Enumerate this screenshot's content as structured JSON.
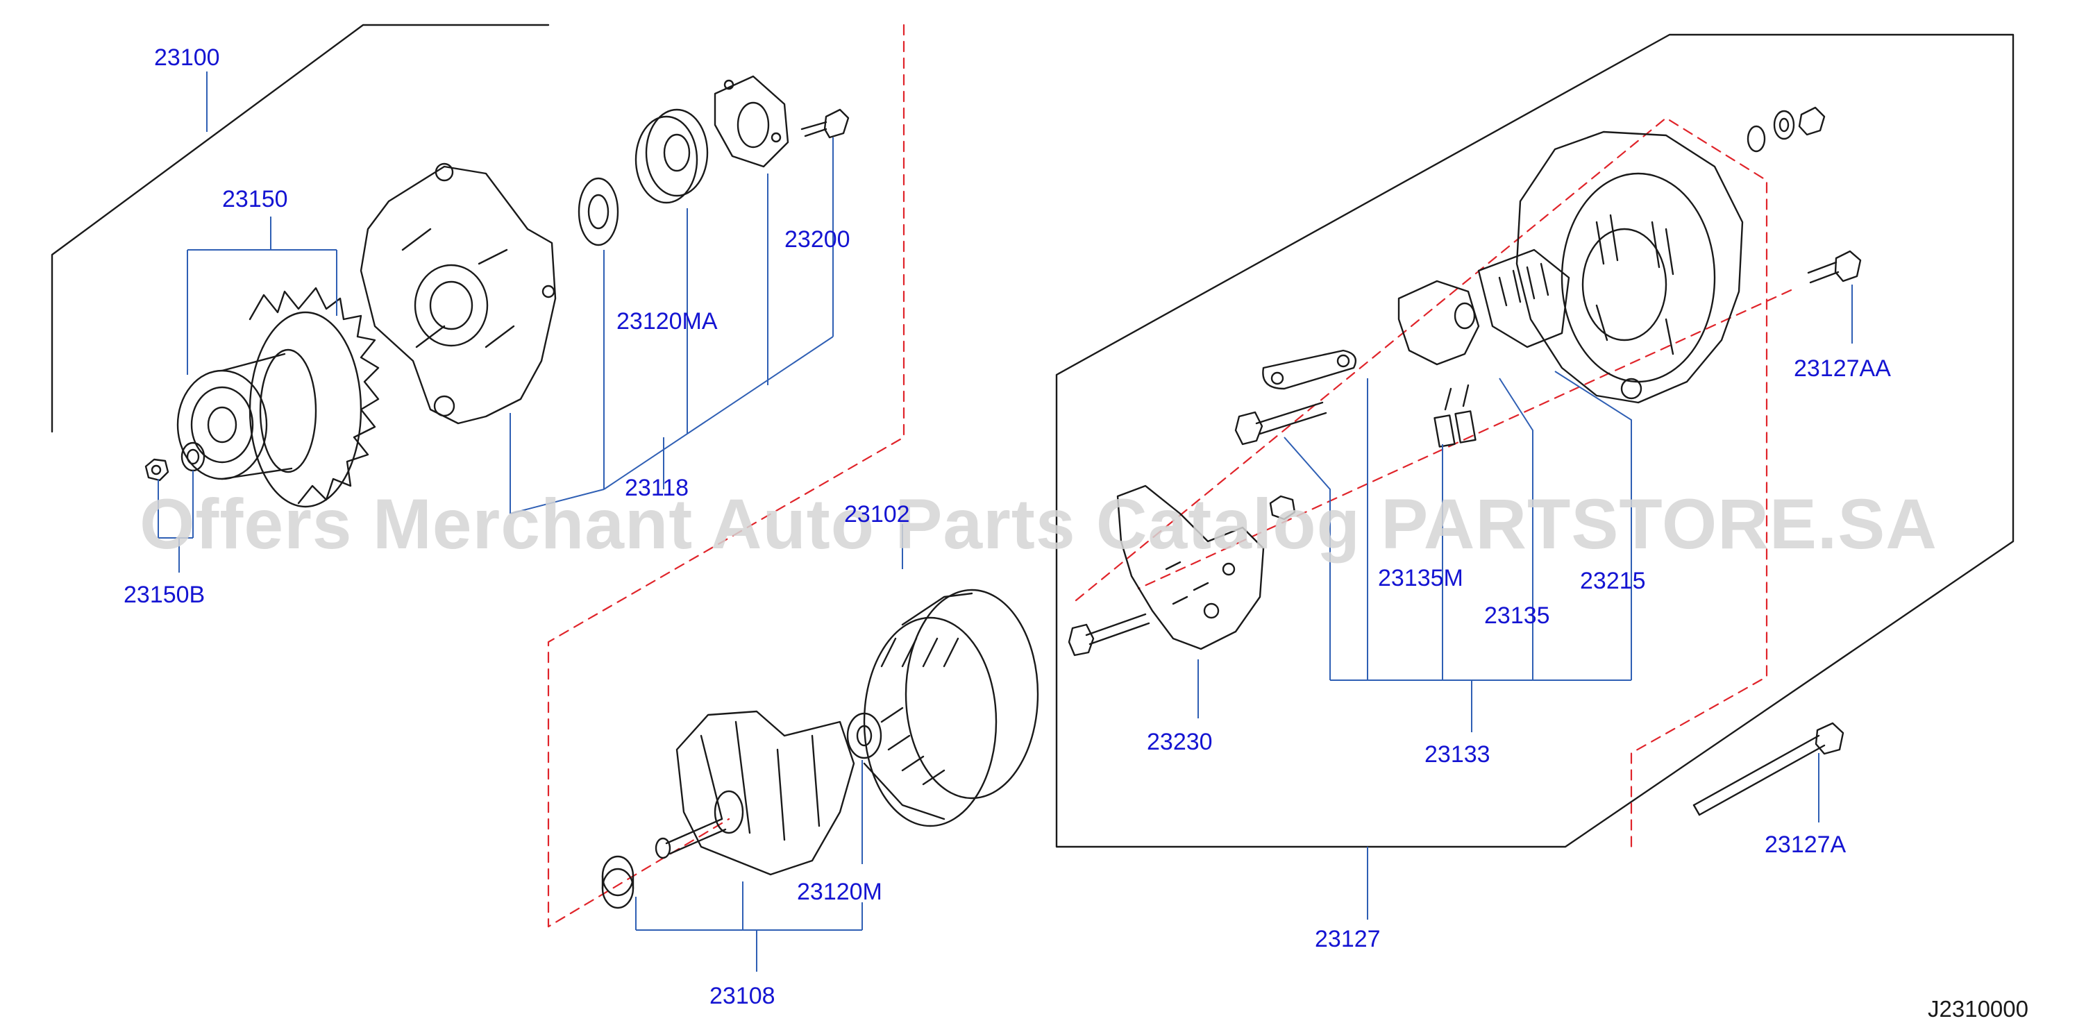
{
  "colors": {
    "label": "#1414d2",
    "leader": "#2f5fb4",
    "outline": "#1a1a1a",
    "dashed": "#e0242a",
    "watermark": "#d5d5d5"
  },
  "diagram_code": "J2310000",
  "watermark": "Offers Merchant Auto Parts Catalog PARTSTORE.SA",
  "labels": [
    {
      "id": "l23100",
      "text": "23100"
    },
    {
      "id": "l23150",
      "text": "23150"
    },
    {
      "id": "l23150b",
      "text": "23150B"
    },
    {
      "id": "l23118",
      "text": "23118"
    },
    {
      "id": "l23120ma",
      "text": "23120MA"
    },
    {
      "id": "l23200",
      "text": "23200"
    },
    {
      "id": "l23102",
      "text": "23102"
    },
    {
      "id": "l23120m",
      "text": "23120M"
    },
    {
      "id": "l23108",
      "text": "23108"
    },
    {
      "id": "l23230",
      "text": "23230"
    },
    {
      "id": "l23135m",
      "text": "23135M"
    },
    {
      "id": "l23135",
      "text": "23135"
    },
    {
      "id": "l23215",
      "text": "23215"
    },
    {
      "id": "l23133",
      "text": "23133"
    },
    {
      "id": "l23127",
      "text": "23127"
    },
    {
      "id": "l23127aa",
      "text": "23127AA"
    },
    {
      "id": "l23127a",
      "text": "23127A"
    }
  ]
}
